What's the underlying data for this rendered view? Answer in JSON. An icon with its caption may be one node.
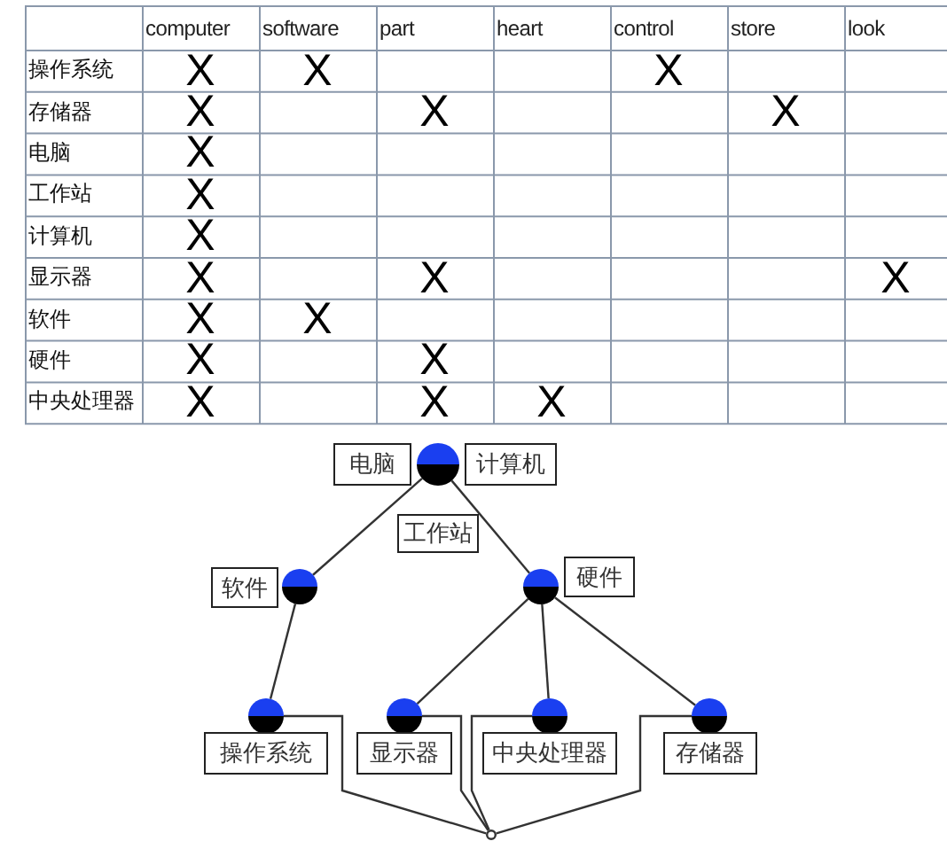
{
  "diagram": {
    "nodes": [
      {
        "text": [],
        "shape": "circle"
      },
      {
        "text": [
          "电脑"
        ]
      },
      {
        "text": [
          "计算机"
        ]
      },
      {
        "text": [
          "工作站"
        ]
      },
      {
        "text": [],
        "shape": "circle"
      },
      {
        "text": [],
        "shape": "circle"
      },
      {
        "text": [
          "软件"
        ]
      },
      {
        "text": [
          "硬件"
        ]
      },
      {
        "text": [],
        "shape": "circle"
      },
      {
        "text": [],
        "shape": "circle"
      },
      {
        "text": [],
        "shape": "circle"
      },
      {
        "text": [],
        "shape": "circle"
      },
      {
        "text": [
          "操作系统"
        ]
      },
      {
        "text": [
          "显示器"
        ]
      },
      {
        "text": [
          "中央处理器"
        ]
      },
      {
        "text": [
          "存储器"
        ]
      },
      {
        "text": [],
        "shape": "circle"
      }
    ],
    "edges": [
      {
        "from": 0,
        "to": 4,
        "arrow": "none"
      },
      {
        "from": 0,
        "to": 5,
        "arrow": "none"
      },
      {
        "from": 4,
        "to": 8,
        "arrow": "none"
      },
      {
        "from": 5,
        "to": 9,
        "arrow": "none"
      },
      {
        "from": 5,
        "to": 10,
        "arrow": "none"
      },
      {
        "from": 5,
        "to": 11,
        "arrow": "none"
      },
      {
        "from": 8,
        "to": 16,
        "arrow": "none"
      },
      {
        "from": 9,
        "to": 16,
        "arrow": "none"
      },
      {
        "from": 10,
        "to": 16,
        "arrow": "none"
      },
      {
        "from": 11,
        "to": 16,
        "arrow": "none"
      }
    ],
    "labels": [
      "computer",
      "software",
      "part",
      "heart",
      "control",
      "store",
      "look",
      "操作系统",
      "X",
      "X",
      "X",
      "存储器",
      "X",
      "X",
      "X",
      "电脑",
      "X",
      "工作站",
      "X",
      "计算机",
      "X",
      "显示器",
      "X",
      "X",
      "X",
      "软件",
      "X",
      "X",
      "硬件",
      "X",
      "X",
      "中央处理器",
      "X",
      "X",
      "X"
    ]
  }
}
